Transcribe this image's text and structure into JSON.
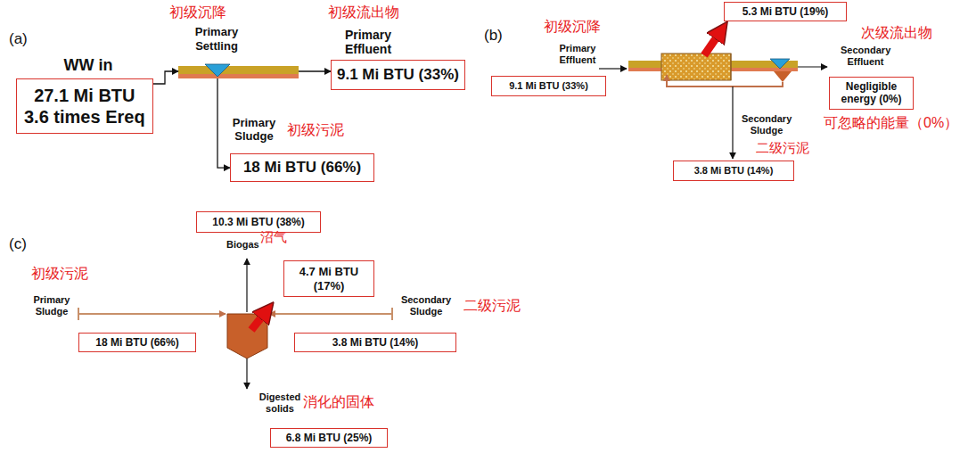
{
  "diagram": {
    "nodes": [
      {
        "text": [
          "WW in",
          "27.1 Mi BTU",
          "3.6 times Ereq"
        ]
      },
      {
        "text": [
          "Primary Settling"
        ]
      },
      {
        "text": [
          "Primary Effluent",
          "9.1 Mi BTU (33%)"
        ]
      },
      {
        "text": [
          "Primary Sludge",
          "18 Mi BTU (66%)"
        ]
      },
      {
        "text": [
          "Primary Effluent",
          "9.1 Mi BTU (33%)"
        ]
      },
      {
        "text": [
          "5.3 Mi BTU (19%)"
        ]
      },
      {
        "text": [
          "Secondary Effluent",
          "Negligible energy (0%)"
        ]
      },
      {
        "text": [
          "Secondary Sludge",
          "3.8 Mi BTU (14%)"
        ]
      },
      {
        "text": [
          "10.3 Mi BTU (38%)"
        ]
      },
      {
        "text": [
          "4.7 Mi BTU (17%)"
        ]
      },
      {
        "text": [
          "Primary Sludge",
          "18 Mi BTU (66%)"
        ]
      },
      {
        "text": [
          "Secondary Sludge",
          "3.8 Mi BTU (14%)"
        ]
      },
      {
        "text": [
          "Digested solids",
          "6.8 Mi BTU (25%)"
        ]
      }
    ],
    "edges": [
      {
        "from": 0,
        "to": 1,
        "arrow": "to"
      },
      {
        "from": 1,
        "to": 2,
        "arrow": "to"
      },
      {
        "from": 1,
        "to": 3,
        "arrow": "to"
      }
    ],
    "labels": [
      "(a)",
      "初级沉降",
      "初级流出物",
      "初级污泥",
      "(b)",
      "初级沉降",
      "次级流出物",
      "可忽略的能量（0%）",
      "二级污泥",
      "(c)",
      "沼气",
      "Biogas",
      "初级污泥",
      "二级污泥",
      "消化的固体"
    ]
  }
}
